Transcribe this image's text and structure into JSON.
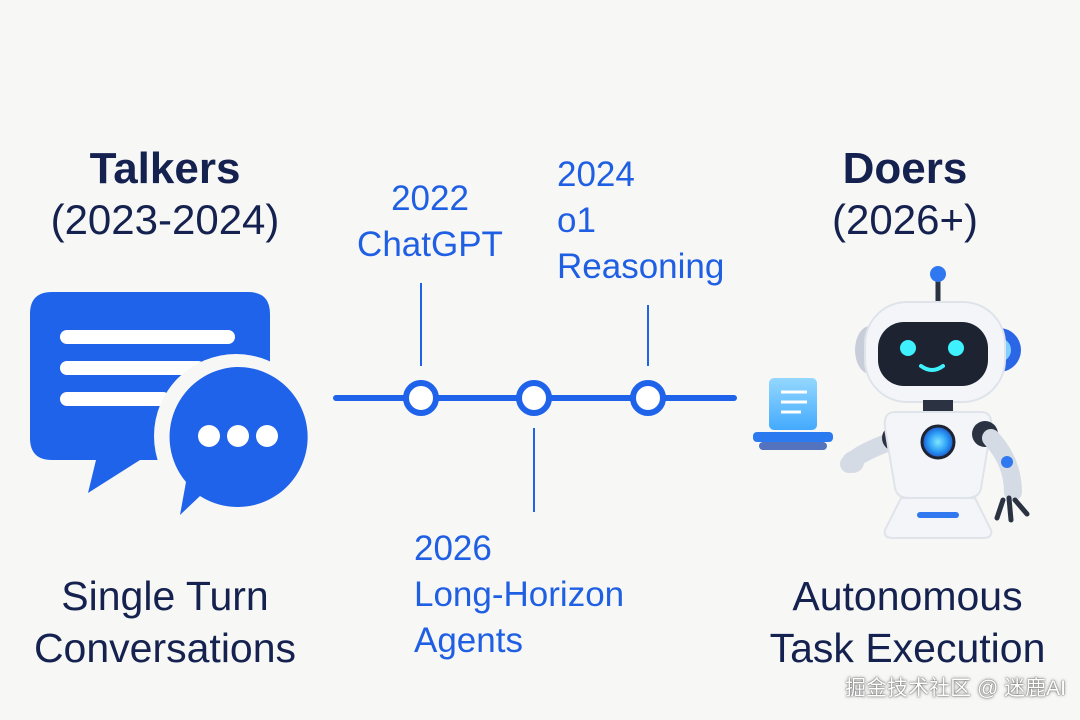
{
  "left": {
    "title": "Talkers",
    "years": "(2023-2024)",
    "caption_line1": "Single Turn",
    "caption_line2": "Conversations",
    "icon": "chat-bubbles-icon"
  },
  "right": {
    "title": "Doers",
    "years": "(2026+)",
    "caption_line1": "Autonomous",
    "caption_line2": "Task Execution",
    "icon": "robot-icon"
  },
  "timeline": {
    "milestones": [
      {
        "year": "2022",
        "label": "ChatGPT",
        "position": "above"
      },
      {
        "year": "2026",
        "label_line1": "Long-Horizon",
        "label_line2": "Agents",
        "position": "below"
      },
      {
        "year": "2024",
        "label_line1": "o1",
        "label_line2": "Reasoning",
        "position": "above"
      }
    ]
  },
  "watermark": "掘金技术社区 @ 迷鹿AI",
  "colors": {
    "accent": "#1f5fe3",
    "dark_text": "#15224f",
    "background": "#f7f7f6"
  }
}
